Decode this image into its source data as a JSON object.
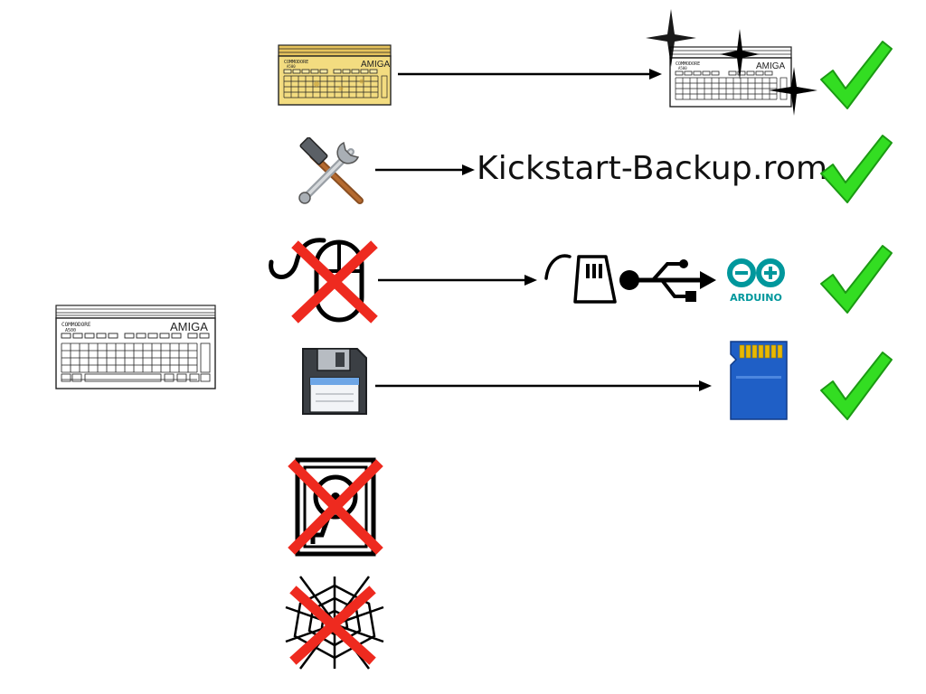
{
  "amiga": {
    "brand": "COMMODORE",
    "model_number": "A500",
    "model_name": "AMIGA"
  },
  "rom_label": "Kickstart-Backup.rom",
  "arduino_label": "ARDUINO",
  "colors": {
    "check_green": "#33dd22",
    "check_outline": "#1a9a12",
    "cross_red": "#ee2a1f",
    "yellowed_case": "#f3dc80",
    "arduino_teal": "#00979c",
    "sd_blue": "#1f5fc6",
    "sd_gold": "#e8b800"
  }
}
